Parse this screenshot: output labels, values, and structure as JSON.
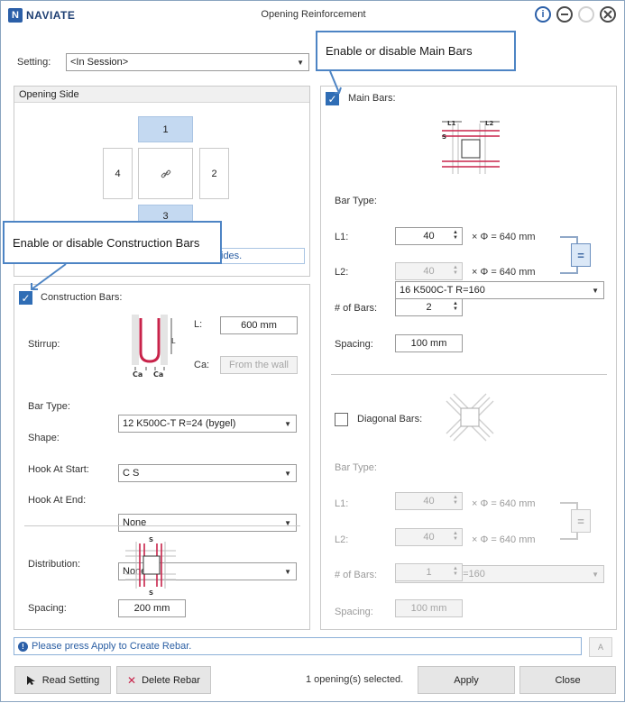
{
  "window": {
    "brand": "NAVIATE",
    "brand_mark": "N",
    "title": "Opening Reinforcement"
  },
  "setting": {
    "label": "Setting:",
    "value": "<In Session>"
  },
  "opening_side": {
    "title": "Opening Side",
    "sides": [
      "1",
      "2",
      "3",
      "4"
    ],
    "hint_tail": "ides."
  },
  "callouts": {
    "main": "Enable or disable Main Bars",
    "construction": "Enable or disable Construction Bars"
  },
  "construction": {
    "title": "Construction Bars:",
    "stirrup_label": "Stirrup:",
    "l_label": "L:",
    "l_value": "600 mm",
    "ca_label": "Ca:",
    "ca_value": "From the wall",
    "bar_type_label": "Bar Type:",
    "bar_type_value": "12 K500C-T R=24 (bygel)",
    "shape_label": "Shape:",
    "shape_value": "C S",
    "hook_start_label": "Hook At Start:",
    "hook_start_value": "None",
    "hook_end_label": "Hook At End:",
    "hook_end_value": "None",
    "distribution_label": "Distribution:",
    "spacing_label": "Spacing:",
    "spacing_value": "200 mm",
    "diagram_text": {
      "l": "L",
      "ca1": "Ca",
      "ca2": "Ca",
      "s1": "S",
      "s2": "S"
    }
  },
  "main": {
    "title": "Main Bars:",
    "bar_type_label": "Bar Type:",
    "bar_type_value": "16 K500C-T R=160",
    "l1_label": "L1:",
    "l1_value": "40",
    "l1_result": "× Φ = 640 mm",
    "l2_label": "L2:",
    "l2_value": "40",
    "l2_result": "× Φ = 640 mm",
    "bars_label": "# of Bars:",
    "bars_value": "2",
    "spacing_label": "Spacing:",
    "spacing_value": "100 mm",
    "diagram_text": {
      "l1": "L1",
      "l2": "L2",
      "s": "S"
    }
  },
  "diagonal": {
    "title": "Diagonal Bars:",
    "bar_type_label": "Bar Type:",
    "bar_type_value": "16 K500C-T R=160",
    "l1_label": "L1:",
    "l1_value": "40",
    "l1_result": "× Φ = 640 mm",
    "l2_label": "L2:",
    "l2_value": "40",
    "l2_result": "× Φ = 640 mm",
    "bars_label": "# of Bars:",
    "bars_value": "1",
    "spacing_label": "Spacing:",
    "spacing_value": "100 mm"
  },
  "equals_symbol": "=",
  "status": {
    "message": "Please press Apply to Create Rebar.",
    "selection": "1 opening(s) selected."
  },
  "buttons": {
    "read_setting": "Read Setting",
    "delete_rebar": "Delete Rebar",
    "apply": "Apply",
    "close": "Close"
  },
  "colors": {
    "accent": "#2f6db5",
    "rebar": "#c8234a",
    "selected_side": "#c4d9f1"
  }
}
